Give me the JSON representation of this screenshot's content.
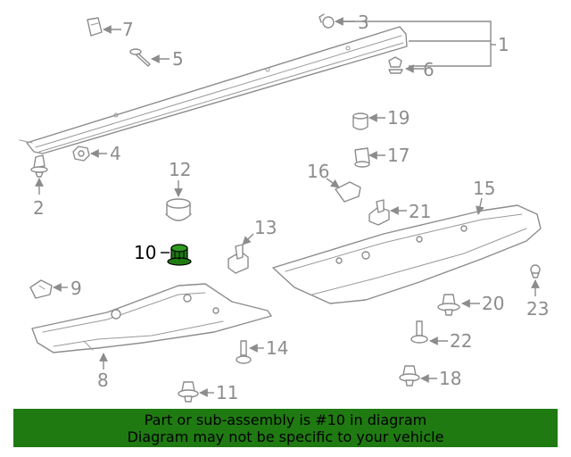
{
  "diagram": {
    "callouts": {
      "c1": "1",
      "c2": "2",
      "c3": "3",
      "c4": "4",
      "c5": "5",
      "c6": "6",
      "c7": "7",
      "c8": "8",
      "c9": "9",
      "c10": "10",
      "c11": "11",
      "c12": "12",
      "c13": "13",
      "c14": "14",
      "c15": "15",
      "c16": "16",
      "c17": "17",
      "c18": "18",
      "c19": "19",
      "c20": "20",
      "c21": "21",
      "c22": "22",
      "c23": "23"
    },
    "highlighted_part": "10",
    "highlight_color": "#1f7a12",
    "line_color": "#8c8c8c"
  },
  "banner": {
    "line1": "Part or sub-assembly is #10 in diagram",
    "line2": "Diagram may not be specific to your vehicle",
    "background": "#1f7a12"
  }
}
